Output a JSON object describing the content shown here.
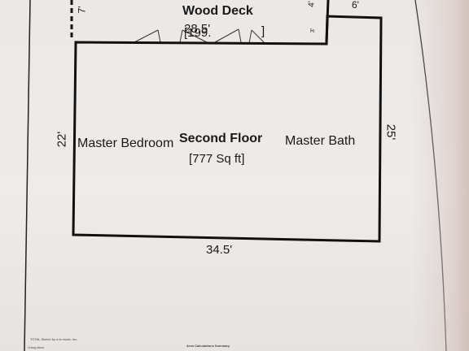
{
  "plan": {
    "deck_title": "Wood Deck",
    "deck_dim_width": "28.5'",
    "deck_area": "[199.",
    "deck_area_close": "]",
    "deck_side_left": "7'",
    "deck_side_right": "4'",
    "deck_inner_dim": "3'",
    "offset_dim": "6'",
    "floor_title": "Second Floor",
    "floor_area": "[777 Sq ft]",
    "room_left": "Master Bedroom",
    "room_right": "Master Bath",
    "dim_left": "22'",
    "dim_right": "25'",
    "dim_bottom": "34.5'"
  },
  "footer": {
    "software_note": "TOTAL Sketch by a la mode, inc.",
    "section_title": "Area Calculations Summary",
    "living_area": "Living Area"
  }
}
